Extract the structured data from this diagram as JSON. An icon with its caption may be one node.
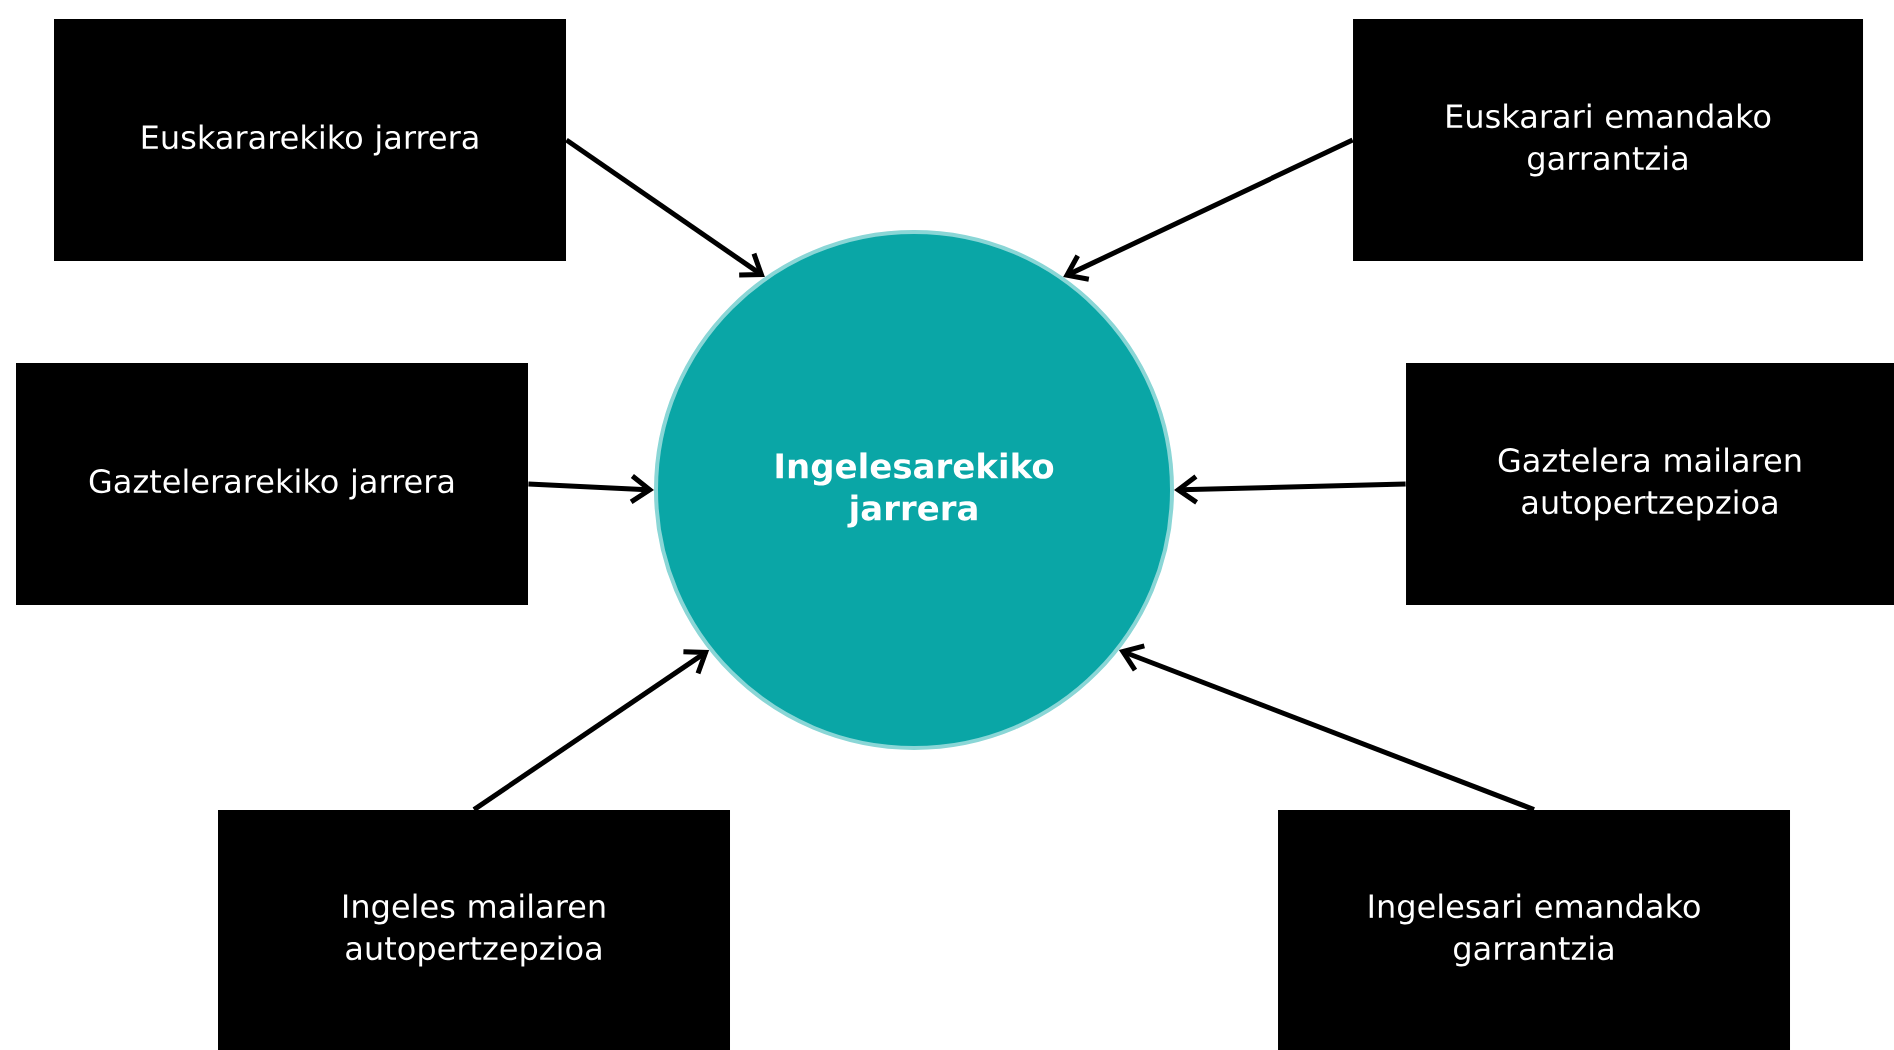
{
  "diagram": {
    "nodes": [
      {
        "text": [
          "Ingelesarekiko jarrera"
        ]
      },
      {
        "text": [
          "Euskararekiko jarrera"
        ]
      },
      {
        "text": [
          "Euskarari emandako garrantzia"
        ]
      },
      {
        "text": [
          "Gaztelerarekiko jarrera"
        ]
      },
      {
        "text": [
          "Gaztelera mailaren autopertzepzioa"
        ]
      },
      {
        "text": [
          "Ingeles mailaren autopertzepzioa"
        ]
      },
      {
        "text": [
          "Ingelesari emandako garrantzia"
        ]
      }
    ],
    "edges": [
      {
        "from": 1,
        "to": 0,
        "arrow": "to"
      },
      {
        "from": 2,
        "to": 0,
        "arrow": "to"
      },
      {
        "from": 3,
        "to": 0,
        "arrow": "to"
      },
      {
        "from": 4,
        "to": 0,
        "arrow": "to"
      },
      {
        "from": 5,
        "to": 0,
        "arrow": "to"
      },
      {
        "from": 6,
        "to": 0,
        "arrow": "to"
      }
    ]
  }
}
